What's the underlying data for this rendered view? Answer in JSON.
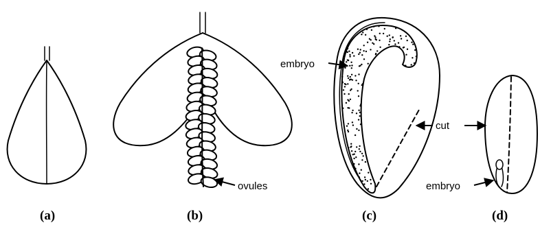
{
  "panels": {
    "a": {
      "label": "(a)"
    },
    "b": {
      "label": "(b)",
      "annotation": "ovules"
    },
    "c": {
      "label": "(c)",
      "annotation": "embryo"
    },
    "d": {
      "label": "(d)",
      "annotation_cut": "cut",
      "annotation_embryo": "embryo"
    }
  }
}
